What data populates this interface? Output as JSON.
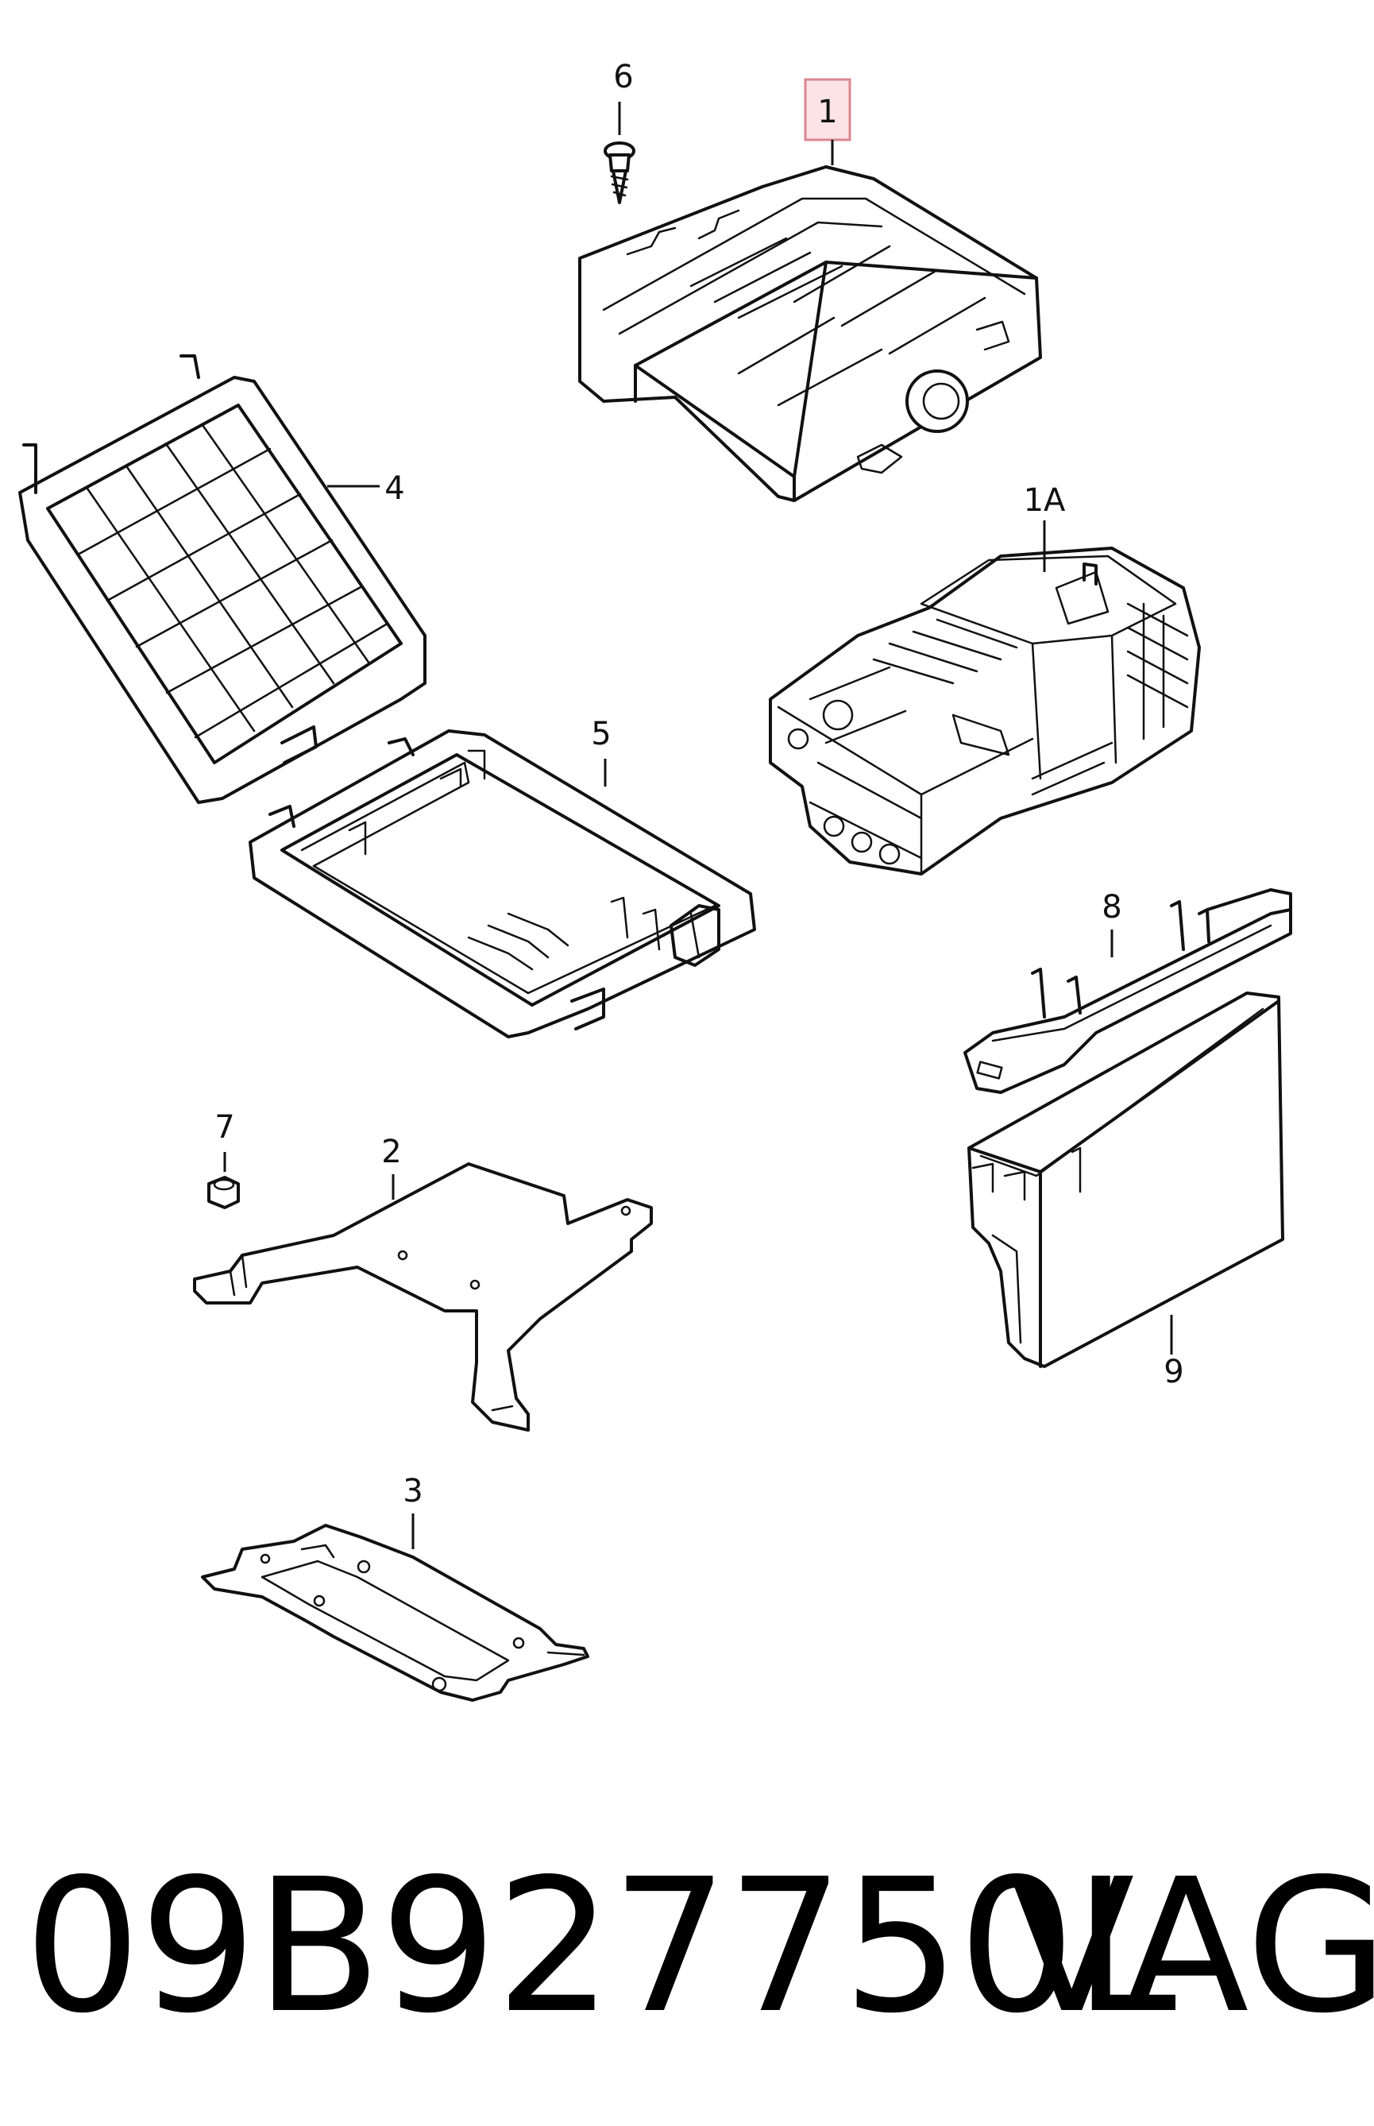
{
  "colors": {
    "line": "#111111",
    "highlight_fill": "#fbe3e6",
    "highlight_stroke": "#d9868f",
    "background": "#ffffff"
  },
  "callouts": {
    "c1": "1",
    "c1a": "1A",
    "c2": "2",
    "c3": "3",
    "c4": "4",
    "c5": "5",
    "c6": "6",
    "c7": "7",
    "c8": "8",
    "c9": "9"
  },
  "highlighted_callout": "1",
  "footer": {
    "part_number": "09B927750L",
    "brand": "VAG"
  }
}
